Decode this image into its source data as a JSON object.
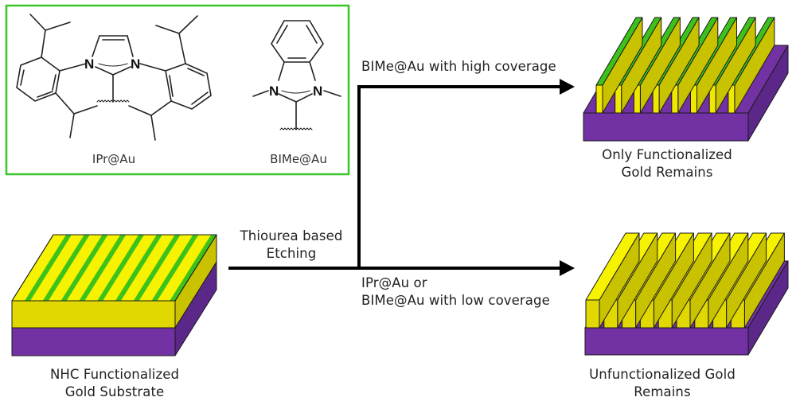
{
  "figure": {
    "legend_box": {
      "border_color": "#3cc52a",
      "molecules": [
        {
          "name": "IPr@Au",
          "atoms": [
            "N",
            "N"
          ]
        },
        {
          "name": "BIMe@Au",
          "atoms": [
            "N",
            "N"
          ]
        }
      ]
    },
    "start": {
      "label_line1": "NHC Functionalized",
      "label_line2": "Gold Substrate"
    },
    "process": {
      "label_line1": "Thiourea based",
      "label_line2": "Etching"
    },
    "branch_high": {
      "condition": "BIMe@Au with high coverage",
      "result_line1": "Only Functionalized",
      "result_line2": "Gold Remains"
    },
    "branch_low": {
      "condition_line1": "IPr@Au or",
      "condition_line2": "BIMe@Au with low coverage",
      "result_line1": "Unfunctionalized Gold",
      "result_line2": "Remains"
    },
    "colors": {
      "gold_top": "#f7f200",
      "gold_front": "#e0d800",
      "gold_side": "#c9c200",
      "nhc_green": "#3dc21a",
      "substrate_front": "#7232a3",
      "substrate_side": "#5b2889",
      "arrow": "#000000"
    },
    "stripe_count_start": 9,
    "fin_count_high": 8,
    "fin_count_low": 9
  }
}
